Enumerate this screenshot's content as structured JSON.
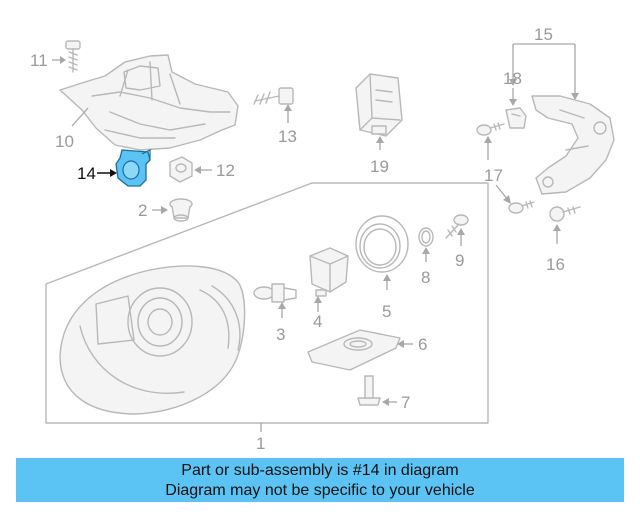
{
  "diagram": {
    "callouts": {
      "c1": "1",
      "c2": "2",
      "c3": "3",
      "c4": "4",
      "c5": "5",
      "c6": "6",
      "c7": "7",
      "c8": "8",
      "c9": "9",
      "c10": "10",
      "c11": "11",
      "c12": "12",
      "c13": "13",
      "c14": "14",
      "c15": "15",
      "c16": "16",
      "c17": "17",
      "c18": "18",
      "c19": "19"
    },
    "highlighted_part": "14",
    "highlight_color": "#5bc4f4"
  },
  "banner": {
    "line1": "Part or sub-assembly is #14 in diagram",
    "line2": "Diagram may not be specific to your vehicle",
    "background": "#5bc4f4"
  }
}
